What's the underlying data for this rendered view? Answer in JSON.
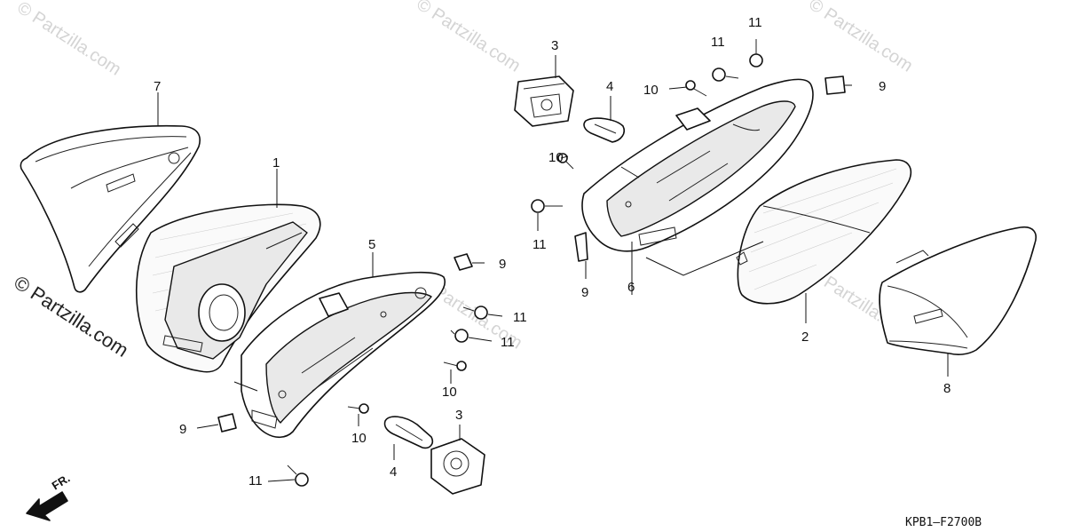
{
  "diagram": {
    "part_code": "KPB1—F2700B",
    "direction_label": "FR.",
    "watermark_text": "© Partzilla.com",
    "callouts": [
      "1",
      "2",
      "3",
      "3",
      "4",
      "4",
      "5",
      "6",
      "7",
      "8",
      "9",
      "9",
      "9",
      "9",
      "10",
      "10",
      "10",
      "10",
      "11",
      "11",
      "11",
      "11",
      "11",
      "11",
      "11"
    ]
  }
}
